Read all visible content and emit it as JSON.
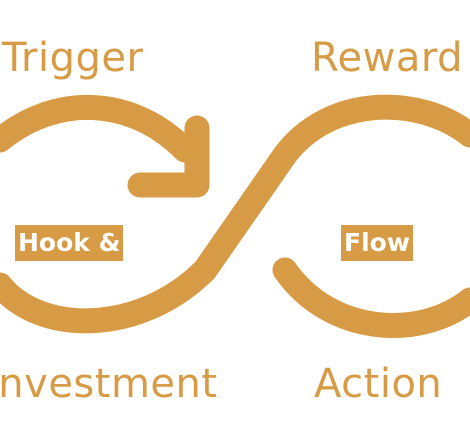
{
  "colors": {
    "accent": "#D89B45",
    "background": "#FFFFFF",
    "tag_text": "#FFFFFF"
  },
  "labels": {
    "trigger": "Trigger",
    "reward": "Reward",
    "investment": "Investment",
    "action": "Action"
  },
  "center": {
    "left": "Hook &",
    "right": "Flow"
  },
  "icons": {
    "arrowhead": "arrow-head-icon"
  }
}
